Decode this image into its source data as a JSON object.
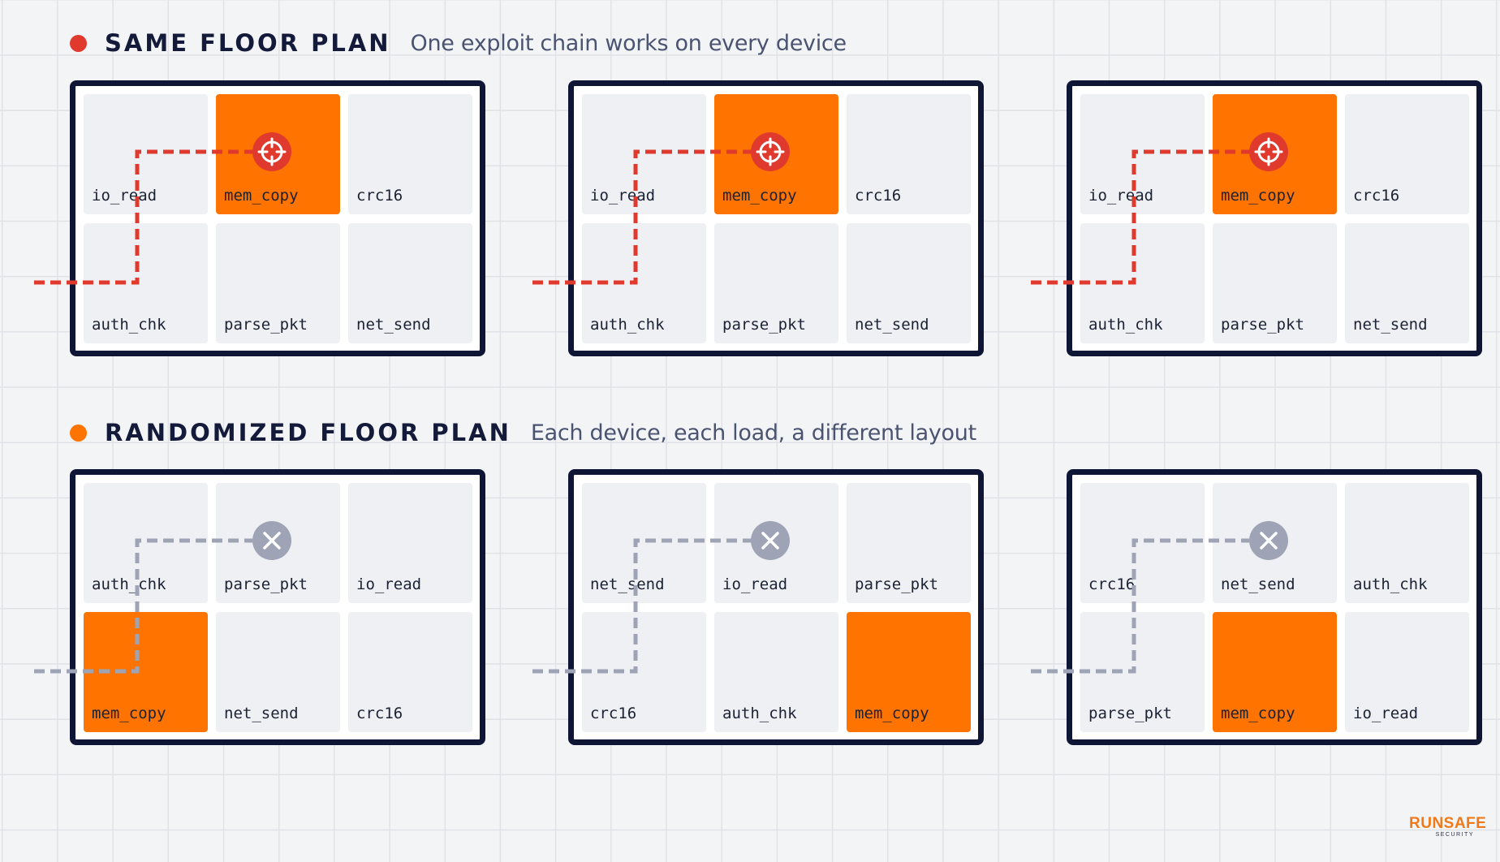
{
  "sections": {
    "same": {
      "title": "SAME FLOOR PLAN",
      "subtitle": "One exploit chain works on every device",
      "dot_color": "#e03a2f",
      "path_color": "#e03a2f",
      "marker": "crosshair-icon",
      "panels": [
        [
          "io_read",
          "mem_copy",
          "crc16",
          "auth_chk",
          "parse_pkt",
          "net_send"
        ],
        [
          "io_read",
          "mem_copy",
          "crc16",
          "auth_chk",
          "parse_pkt",
          "net_send"
        ],
        [
          "io_read",
          "mem_copy",
          "crc16",
          "auth_chk",
          "parse_pkt",
          "net_send"
        ]
      ]
    },
    "random": {
      "title": "RANDOMIZED FLOOR PLAN",
      "subtitle": "Each device, each load, a different layout",
      "dot_color": "#ff7300",
      "path_color": "#9ea4b5",
      "marker": "x-icon",
      "panels": [
        [
          "auth_chk",
          "parse_pkt",
          "io_read",
          "mem_copy",
          "net_send",
          "crc16"
        ],
        [
          "net_send",
          "io_read",
          "parse_pkt",
          "crc16",
          "auth_chk",
          "mem_copy"
        ],
        [
          "crc16",
          "net_send",
          "auth_chk",
          "parse_pkt",
          "mem_copy",
          "io_read"
        ]
      ]
    }
  },
  "highlight_function": "mem_copy",
  "highlight_color": "#ff7300",
  "logo": {
    "main": "RUNSAFE",
    "sub": "SECURITY"
  }
}
